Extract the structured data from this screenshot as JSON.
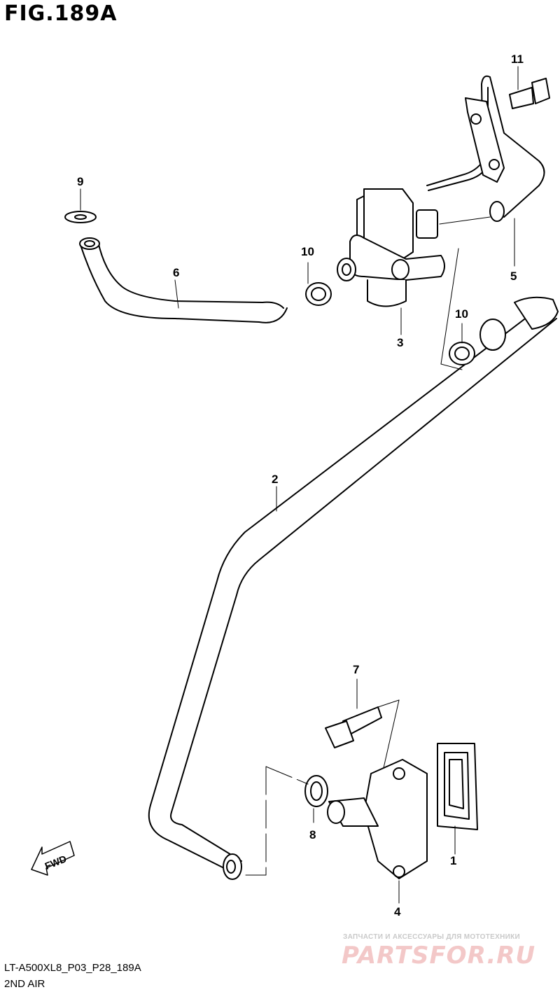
{
  "figure": {
    "title": "FIG.189A"
  },
  "callouts": [
    "1",
    "2",
    "3",
    "4",
    "5",
    "6",
    "7",
    "8",
    "9",
    "10",
    "10",
    "11"
  ],
  "fwd_label": "FWD",
  "footer": {
    "code": "LT-A500XL8_P03_P28_189A",
    "caption": "2ND AIR"
  },
  "watermark": {
    "line1": "ЗАПЧАСТИ И АКСЕССУАРЫ ДЛЯ МОТОТЕХНИКИ",
    "logo": "PARTSFOR.RU"
  },
  "colors": {
    "ink": "#000000",
    "watermark_logo": "#f3c8c8",
    "watermark_text": "#c9c9c9"
  }
}
